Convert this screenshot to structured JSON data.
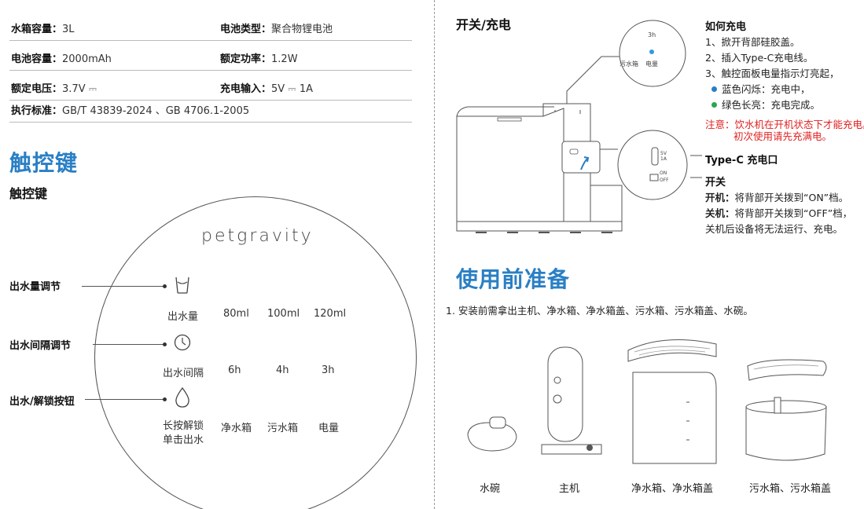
{
  "specs": [
    {
      "l_label": "水箱容量：",
      "l_value": "3L",
      "r_label": "电池类型：",
      "r_value": "聚合物锂电池"
    },
    {
      "l_label": "电池容量：",
      "l_value": "2000mAh",
      "r_label": "额定功率：",
      "r_value": "1.2W"
    },
    {
      "l_label": "额定电压：",
      "l_value": "3.7V ⎓",
      "r_label": "充电输入：",
      "r_value": "5V ⎓ 1A"
    },
    {
      "l_label": "执行标准：",
      "l_value": "GB/T 43839-2024 、GB 4706.1-2005"
    }
  ],
  "touch": {
    "section_title": "触控键",
    "sub_title": "触控键",
    "brand": "petgravity",
    "callouts": [
      "出水量调节",
      "出水间隔调节",
      "出水/解锁按钮"
    ],
    "row1": [
      "出水量",
      "80ml",
      "100ml",
      "120ml"
    ],
    "row2": [
      "出水间隔",
      "6h",
      "4h",
      "3h"
    ],
    "row3": [
      "长按解锁\n单击出水",
      "净水箱",
      "污水箱",
      "电量"
    ],
    "icons": [
      "cup-icon",
      "clock-icon",
      "water-drop-icon"
    ]
  },
  "power": {
    "title": "开关/充电",
    "zoom_top": {
      "time": "3h",
      "left": "污水箱",
      "right": "电量"
    },
    "zoom_port": {
      "port_label": "5V\n1A",
      "on": "ON",
      "off": "OFF"
    },
    "how_title": "如何充电",
    "how_steps": [
      "1、掀开背部硅胶盖。",
      "2、插入Type-C充电线。",
      "3、触控面板电量指示灯亮起，"
    ],
    "status": [
      {
        "text": "蓝色闪烁：充电中，",
        "color": "#2a7fc4"
      },
      {
        "text": "绿色长亮：充电完成。",
        "color": "#2ea44f"
      }
    ],
    "note": [
      "注意：饮水机在开机状态下才能充电。",
      "初次使用请先充满电。"
    ],
    "port_title": "Type-C 充电口",
    "switch_title": "开关",
    "on_label": "开机：",
    "on_text": "将背部开关拨到“ON”档。",
    "off_label": "关机：",
    "off_text": "将背部开关拨到“OFF”档，",
    "off_text2": "关机后设备将无法运行、充电。"
  },
  "prep": {
    "section_title": "使用前准备",
    "step1": "1. 安装前需拿出主机、净水箱、净水箱盖、污水箱、污水箱盖、水碗。",
    "captions": [
      "水碗",
      "主机",
      "净水箱、净水箱盖",
      "污水箱、污水箱盖"
    ]
  },
  "colors": {
    "accent": "#2a7fc4",
    "warning": "#e02020",
    "green": "#2ea44f"
  }
}
